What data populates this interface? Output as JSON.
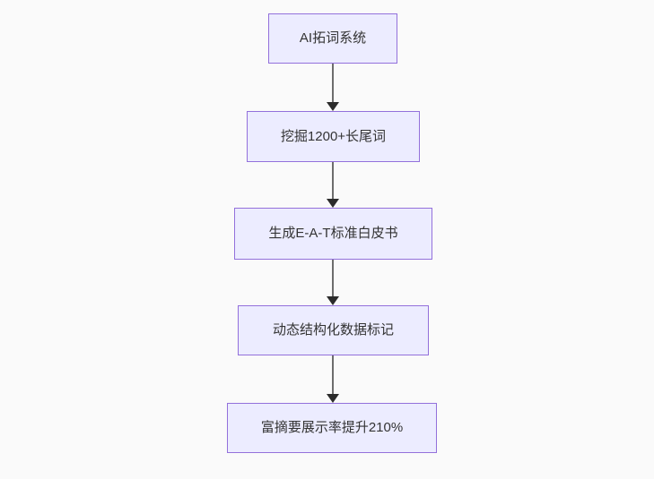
{
  "flowchart": {
    "title": "",
    "direction": "top-down",
    "background_color": "#fafafa",
    "node_fill_color": "#ececff",
    "node_border_color": "#9370db",
    "node_text_color": "#333333",
    "edge_color": "#333333",
    "nodes": [
      {
        "id": "A",
        "label": "AI拓词系统"
      },
      {
        "id": "B",
        "label": "挖掘1200+长尾词"
      },
      {
        "id": "C",
        "label": "生成E-A-T标准白皮书"
      },
      {
        "id": "D",
        "label": "动态结构化数据标记"
      },
      {
        "id": "E",
        "label": "富摘要展示率提升210%"
      }
    ],
    "edges": [
      {
        "from": "A",
        "to": "B"
      },
      {
        "from": "B",
        "to": "C"
      },
      {
        "from": "C",
        "to": "D"
      },
      {
        "from": "D",
        "to": "E"
      }
    ]
  }
}
